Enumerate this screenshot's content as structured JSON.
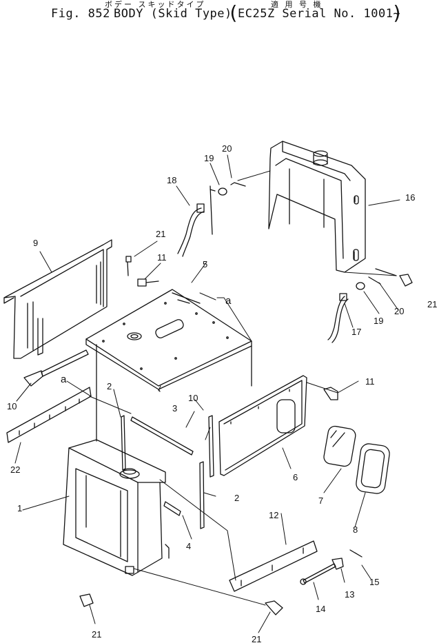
{
  "header": {
    "jp_title": "ボデー スキッドタイプ",
    "jp_applicable": "適 用 号 機",
    "fig_label": "Fig. 852",
    "title": "BODY (Skid Type)",
    "paren_open": "(",
    "serial": "EC25Z Serial No. 1001~",
    "paren_close": ")"
  },
  "parts": [
    {
      "id": "p1",
      "label": "1"
    },
    {
      "id": "p2a",
      "label": "2"
    },
    {
      "id": "p2b",
      "label": "2"
    },
    {
      "id": "p3",
      "label": "3"
    },
    {
      "id": "p4",
      "label": "4"
    },
    {
      "id": "p5",
      "label": "5"
    },
    {
      "id": "p6",
      "label": "6"
    },
    {
      "id": "p7",
      "label": "7"
    },
    {
      "id": "p8",
      "label": "8"
    },
    {
      "id": "p9",
      "label": "9"
    },
    {
      "id": "p10a",
      "label": "10"
    },
    {
      "id": "p10b",
      "label": "10"
    },
    {
      "id": "p11a",
      "label": "11"
    },
    {
      "id": "p11b",
      "label": "11"
    },
    {
      "id": "p12",
      "label": "12"
    },
    {
      "id": "p13",
      "label": "13"
    },
    {
      "id": "p14",
      "label": "14"
    },
    {
      "id": "p15",
      "label": "15"
    },
    {
      "id": "p16",
      "label": "16"
    },
    {
      "id": "p17",
      "label": "17"
    },
    {
      "id": "p18",
      "label": "18"
    },
    {
      "id": "p19a",
      "label": "19"
    },
    {
      "id": "p19b",
      "label": "19"
    },
    {
      "id": "p20a",
      "label": "20"
    },
    {
      "id": "p20b",
      "label": "20"
    },
    {
      "id": "p21a",
      "label": "21"
    },
    {
      "id": "p21b",
      "label": "21"
    },
    {
      "id": "p21c",
      "label": "21"
    },
    {
      "id": "p21d",
      "label": "21"
    },
    {
      "id": "p22",
      "label": "22"
    }
  ],
  "refs": {
    "a1": "a",
    "a2": "a"
  }
}
